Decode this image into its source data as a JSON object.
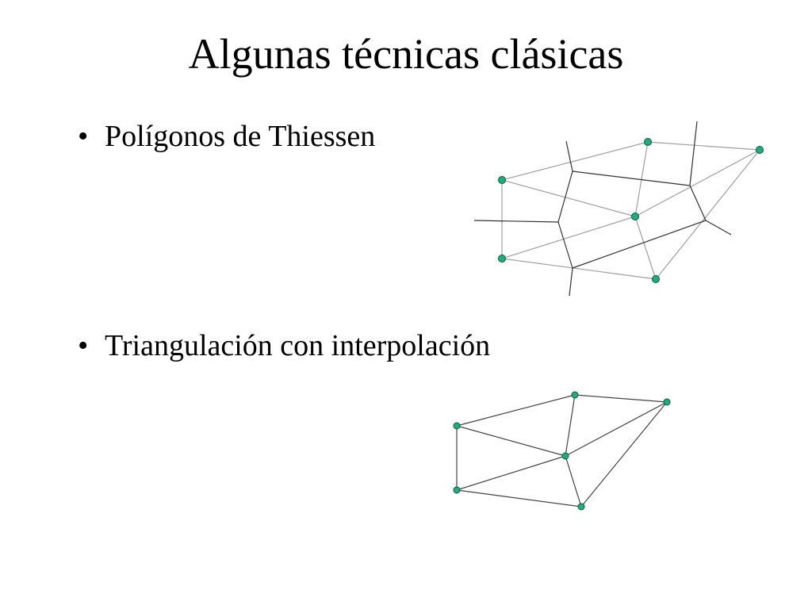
{
  "slide": {
    "title": "Algunas técnicas clásicas"
  },
  "bullets": [
    {
      "marker": "•",
      "text": "Polígonos de Thiessen"
    },
    {
      "marker": "•",
      "text": "Triangulación con interpolación"
    }
  ],
  "colors": {
    "point_fill": "#1fae7a",
    "point_stroke": "#0d5a3c",
    "voronoi_edge": "#333333",
    "triangulation_edge_light": "#a0a0a0",
    "triangulation_edge": "#444444"
  }
}
